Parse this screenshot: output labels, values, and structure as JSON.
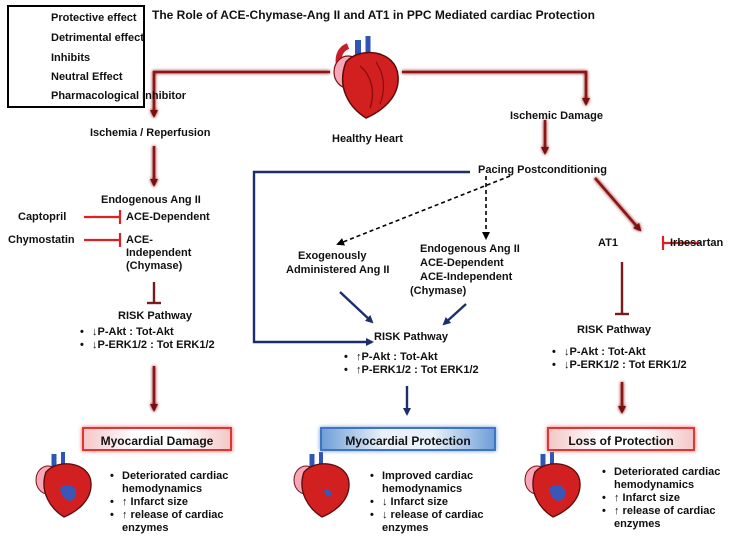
{
  "title": "The Role of ACE-Chymase-Ang II and AT1 in PPC Mediated cardiac Protection",
  "legend": [
    {
      "label": "Protective effect",
      "color": "#1f3f8f"
    },
    {
      "label": "Detrimental effect",
      "color": "#c01f1f"
    },
    {
      "label": "Inhibits",
      "color": "#7a1a1a"
    },
    {
      "label": "Neutral Effect",
      "color": "#000000"
    },
    {
      "label": "Pharmacological Inhibitor",
      "color": "#e02020"
    }
  ],
  "nodes": {
    "healthy_heart": "Healthy Heart",
    "ischemia_reperfusion": "Ischemia / Reperfusion",
    "ischemic_damage": "Ischemic Damage",
    "pacing_postconditioning": "Pacing Postconditioning",
    "endogenous_ang_ii_left": "Endogenous Ang II",
    "captopril": "Captopril",
    "chymostatin": "Chymostatin",
    "ace_dependent_left": "ACE-Dependent",
    "ace_independent_left": [
      "ACE-",
      "Independent",
      "(Chymase)"
    ],
    "exogenous": [
      "Exogenously",
      "Administered Ang II"
    ],
    "endogenous_mid": [
      "Endogenous Ang II",
      "ACE-Dependent",
      "ACE-Independent",
      "(Chymase)"
    ],
    "at1": "AT1",
    "irbesartan": "Irbesartan",
    "risk_left": "RISK Pathway",
    "risk_mid": "RISK Pathway",
    "risk_right": "RISK Pathway"
  },
  "risk_lists": {
    "left": [
      "↓P-Akt : Tot-Akt",
      "↓P-ERK1/2 : Tot ERK1/2"
    ],
    "mid": [
      "↑P-Akt : Tot-Akt",
      "↑P-ERK1/2 : Tot ERK1/2"
    ],
    "right": [
      "↓P-Akt : Tot-Akt",
      "↓P-ERK1/2 : Tot ERK1/2"
    ]
  },
  "outcomes": {
    "left": "Myocardial Damage",
    "mid": "Myocardial Protection",
    "right": "Loss of Protection"
  },
  "effects": {
    "left": [
      "Deteriorated cardiac",
      "hemodynamics",
      "↑ Infarct size",
      "↑ release of cardiac",
      "enzymes"
    ],
    "mid": [
      "Improved cardiac",
      "hemodynamics",
      "↓ Infarct size",
      "↓ release of cardiac",
      "enzymes"
    ],
    "right": [
      "Deteriorated cardiac",
      "hemodynamics",
      "↑ Infarct size",
      "↑ release of cardiac",
      "enzymes"
    ]
  },
  "colors": {
    "detrimental": "#c01f1f",
    "protective": "#1f3f8f",
    "inhibitor": "#e02020",
    "inhibits": "#7a1a1a"
  }
}
